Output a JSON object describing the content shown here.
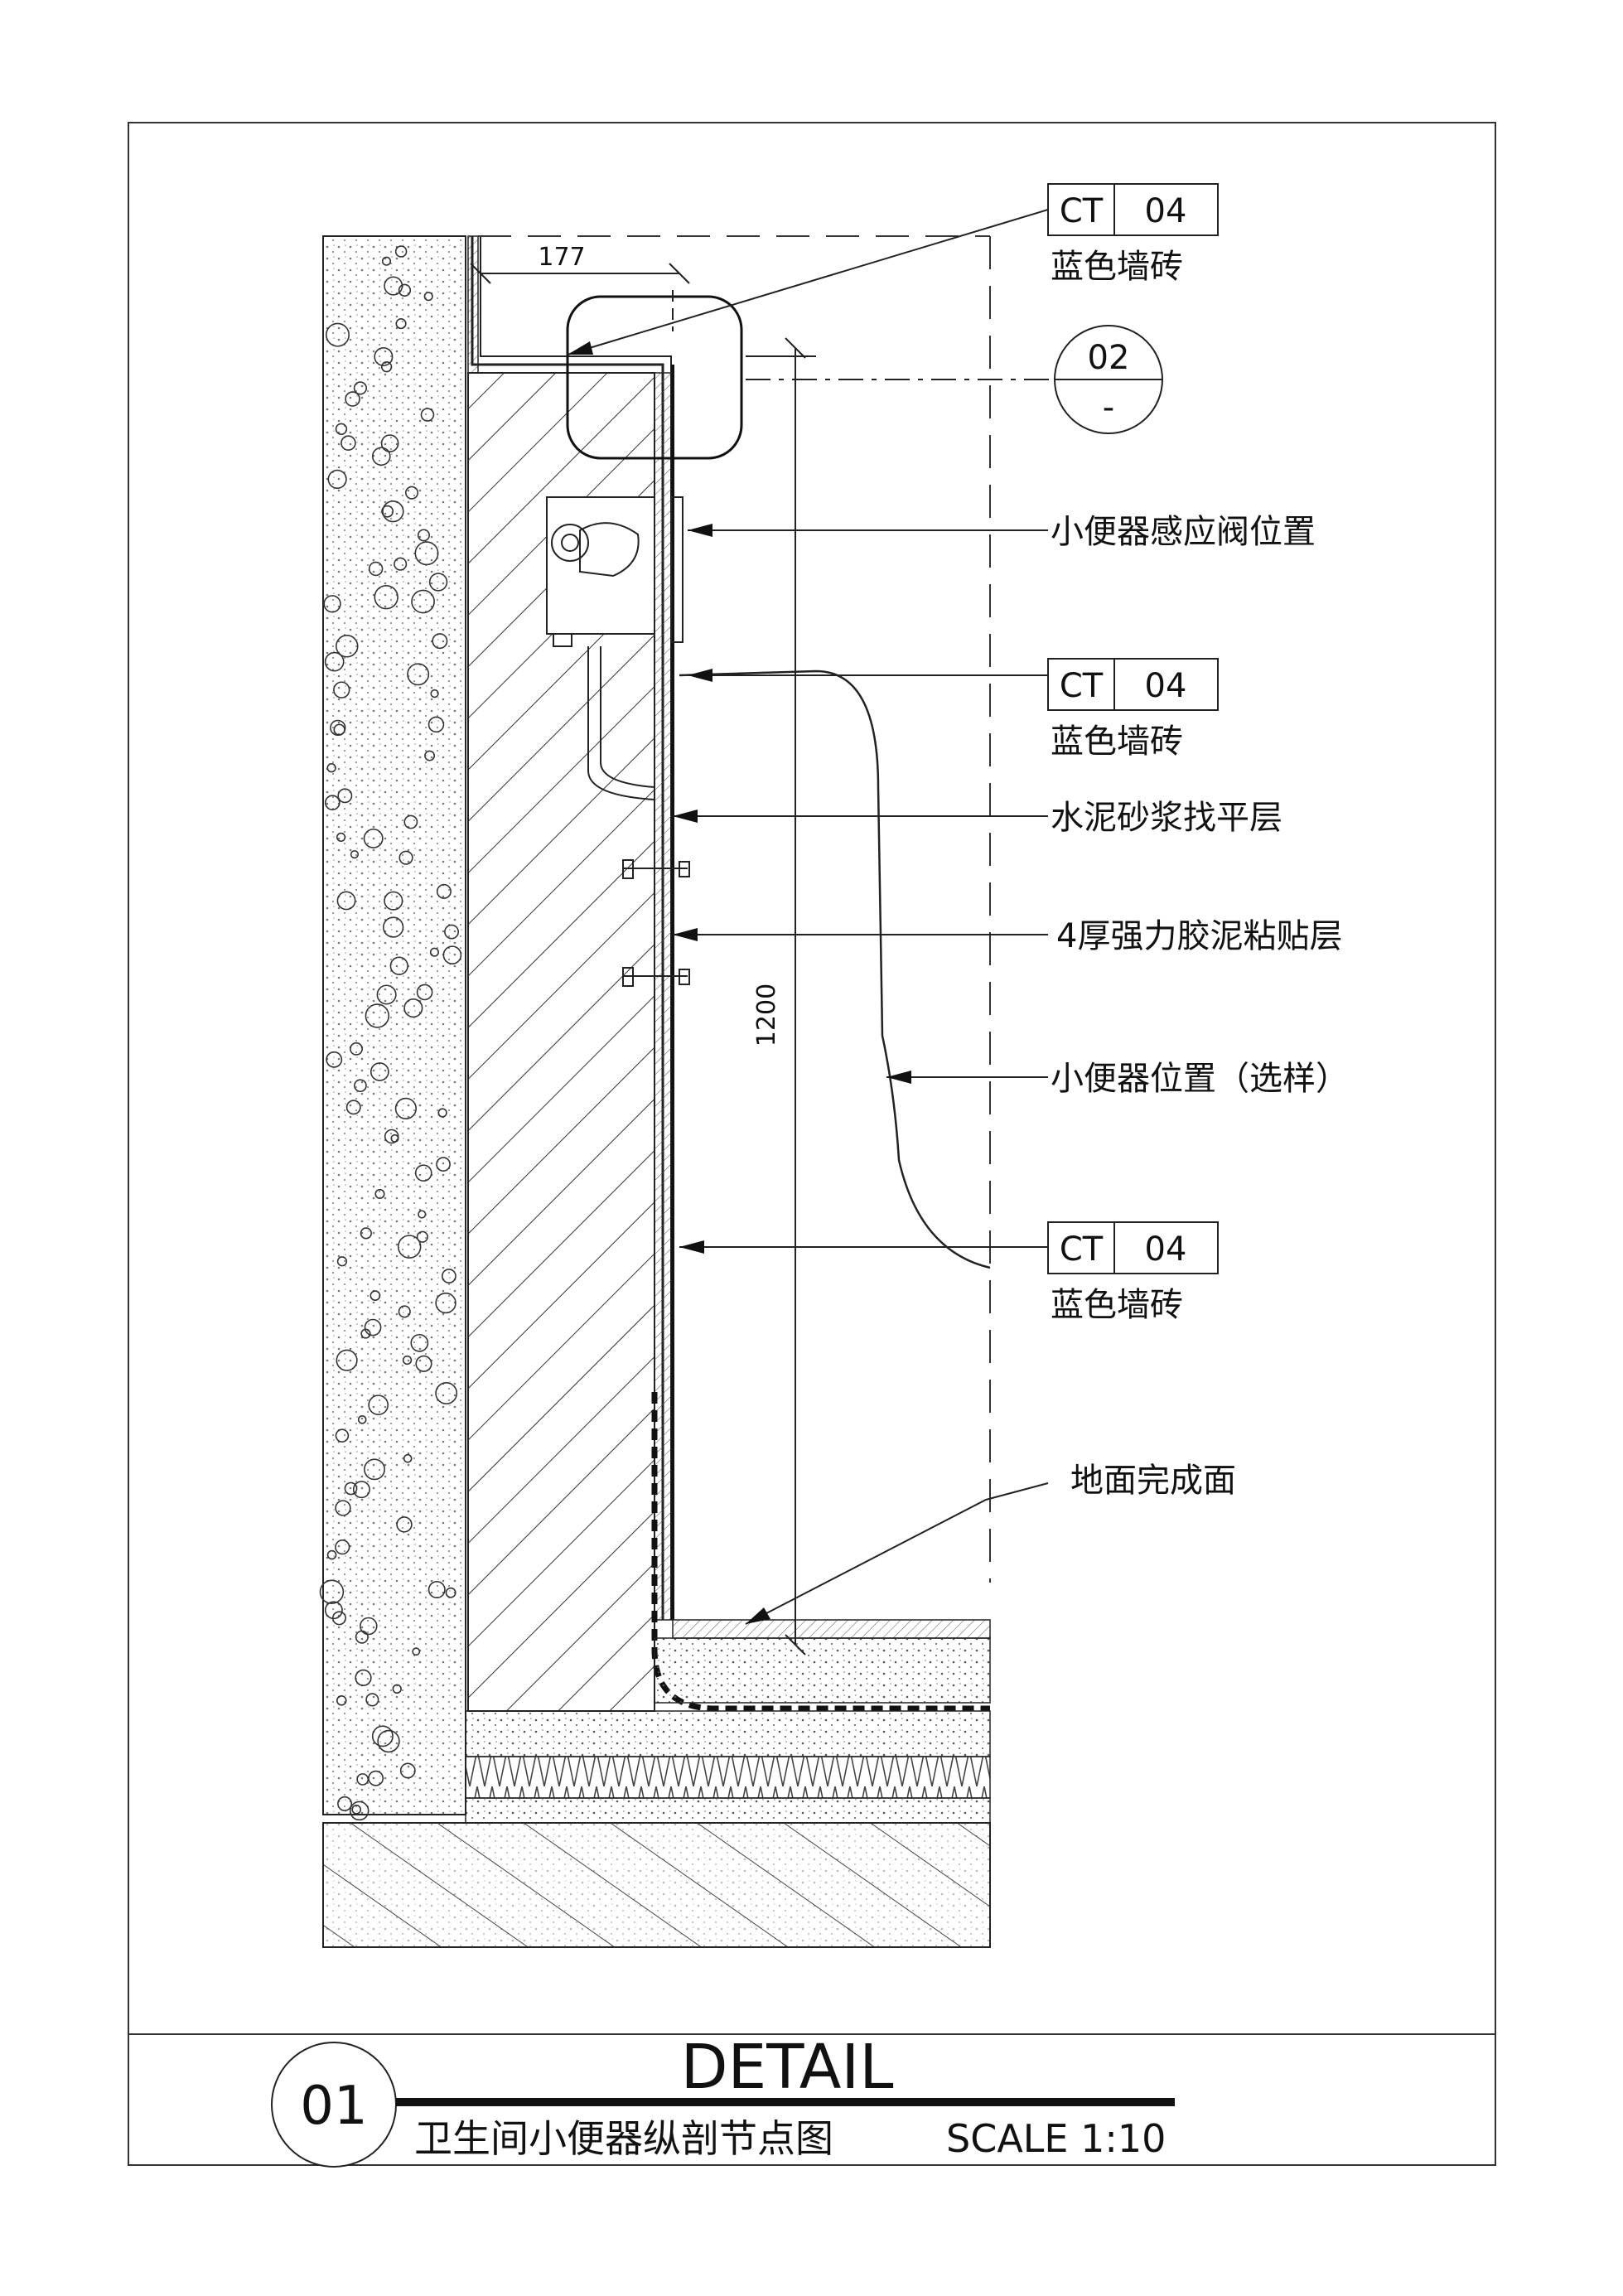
{
  "drawing": {
    "border_color": "#333333",
    "tags": [
      {
        "code": "CT",
        "num": "04",
        "caption": "蓝色墙砖"
      },
      {
        "code": "CT",
        "num": "04",
        "caption": "蓝色墙砖"
      },
      {
        "code": "CT",
        "num": "04",
        "caption": "蓝色墙砖"
      }
    ],
    "section_ref": {
      "top": "02",
      "bottom": "-"
    },
    "dimensions": {
      "horizontal": "177",
      "vertical": "1200"
    },
    "callouts": [
      "小便器感应阀位置",
      "水泥砂浆找平层",
      "4厚强力胶泥粘贴层",
      "小便器位置（选样）",
      "地面完成面"
    ]
  },
  "title_block": {
    "number": "01",
    "heading": "DETAIL",
    "subtitle": "卫生间小便器纵剖节点图",
    "scale": "SCALE 1:10"
  }
}
